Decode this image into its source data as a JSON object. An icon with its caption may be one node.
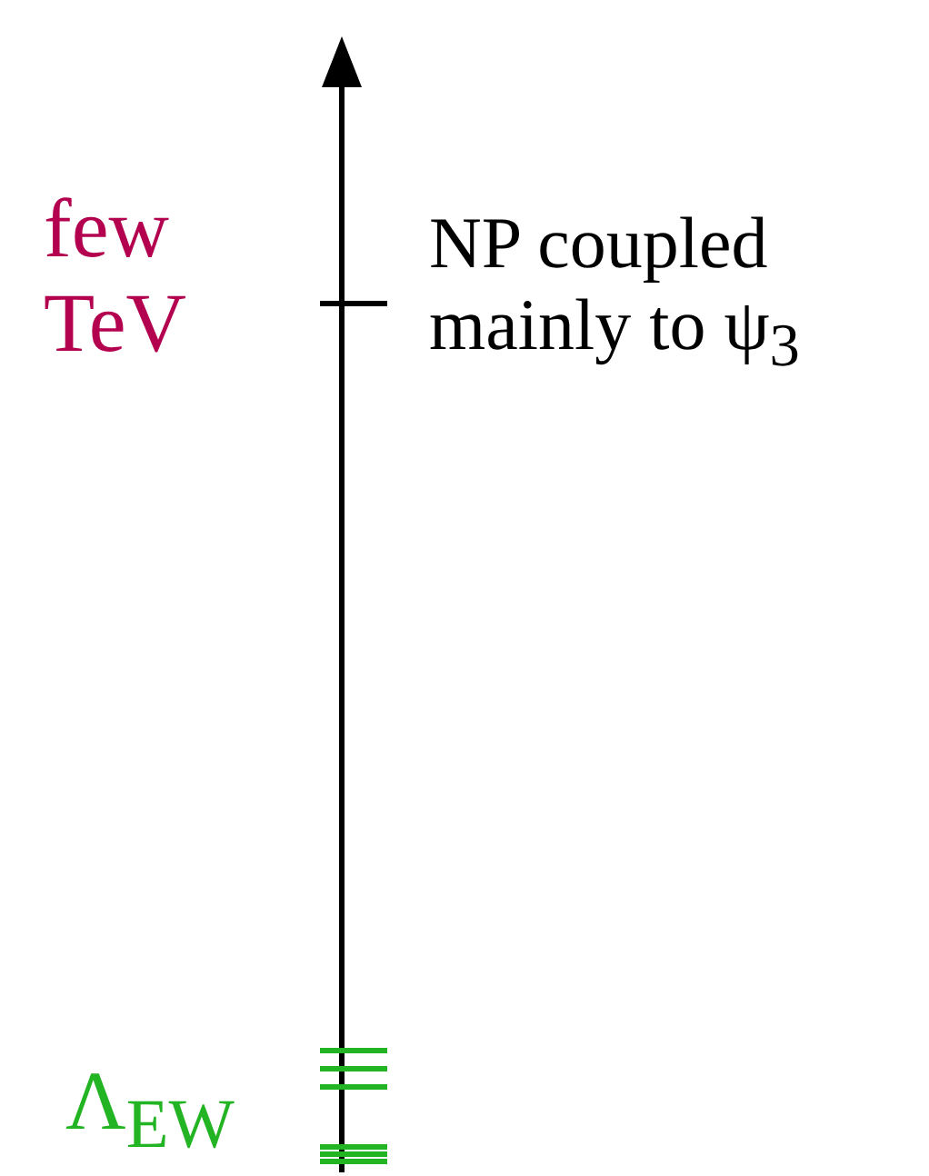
{
  "diagram": {
    "labels": [
      "few TeV",
      "NP coupled mainly to ψ$_{3}$",
      "Λ$_{EW}$"
    ]
  }
}
